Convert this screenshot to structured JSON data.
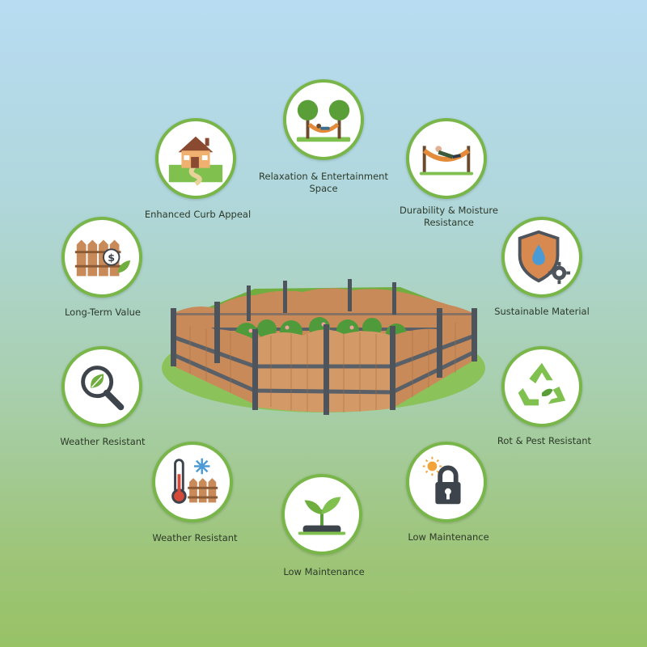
{
  "features": [
    {
      "label": "Relaxation & Entertainment Space",
      "icon": "trees-hammock-icon"
    },
    {
      "label": "Durability & Moisture Resistance",
      "icon": "person-hammock-icon"
    },
    {
      "label": "Sustainable Material",
      "icon": "shield-droplet-gear-icon"
    },
    {
      "label": "Rot & Pest Resistant",
      "icon": "recycle-icon"
    },
    {
      "label": "Low Maintenance",
      "icon": "sun-padlock-icon"
    },
    {
      "label": "Low Maintenance",
      "icon": "sprout-icon"
    },
    {
      "label": "Weather Resistant",
      "icon": "thermometer-snowflake-fence-icon"
    },
    {
      "label": "Weather Resistant",
      "icon": "magnifier-leaf-icon"
    },
    {
      "label": "Long-Term Value",
      "icon": "fence-dollar-icon"
    },
    {
      "label": "Enhanced Curb Appeal",
      "icon": "house-icon"
    }
  ],
  "colors": {
    "accent_ring": "#79b64a",
    "wood": "#c98a5a",
    "metal": "#5a6068",
    "leaf": "#6fae3f"
  }
}
